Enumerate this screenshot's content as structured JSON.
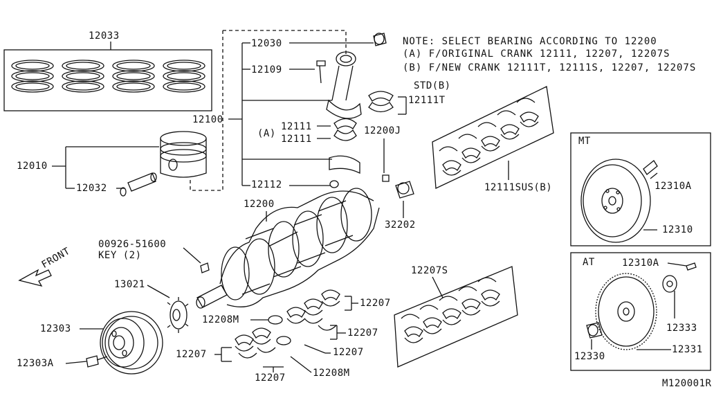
{
  "note": {
    "line1": "NOTE:  SELECT BEARING ACCORDING TO 12200",
    "line2": "(A) F/ORIGINAL CRANK 12111, 12207, 12207S",
    "line3": "(B) F/NEW CRANK 12111T, 12111S, 12207, 12207S"
  },
  "labels": {
    "p12033": "12033",
    "p12030": "12030",
    "p12109": "12109",
    "p12100": "12100",
    "a_tag": "(A)",
    "p12111a": "12111",
    "p12111b": "12111",
    "p12112": "12112",
    "p12010": "12010",
    "p12032": "12032",
    "std_b": "STD(B)",
    "p12111T": "12111T",
    "p12200J": "12200J",
    "p12111SUS": "12111SUS(B)",
    "p32202": "32202",
    "p12200": "12200",
    "p00926": "00926-51600",
    "key2": "KEY (2)",
    "front": "FRONT",
    "p13021": "13021",
    "p12303": "12303",
    "p12303A": "12303A",
    "p12207S": "12207S",
    "p12207_1": "12207",
    "p12207_2": "12207",
    "p12207_3": "12207",
    "p12207_4": "12207",
    "p12207_5": "12207",
    "p12208M_1": "12208M",
    "p12208M_2": "12208M",
    "mt": "MT",
    "p12310A_mt": "12310A",
    "p12310": "12310",
    "at": "AT",
    "p12310A_at": "12310A",
    "p12333": "12333",
    "p12331": "12331",
    "p12330": "12330",
    "code": "M120001R"
  }
}
